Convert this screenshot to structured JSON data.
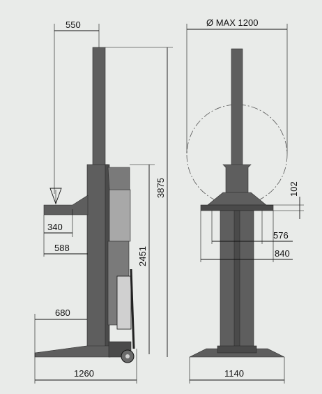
{
  "colors": {
    "background": "#e9ebe9",
    "column": "#5e5e5e",
    "column_dark": "#4a4a4a",
    "column_light": "#7a7a7a",
    "carriage_box": "#a8a8a8",
    "line": "#111111"
  },
  "side_view": {
    "dimensions": {
      "top_offset": "550",
      "total_height": "3875",
      "lift_height": "2451",
      "fork_340": "340",
      "fork_588": "588",
      "base_680": "680",
      "base_1260": "1260"
    }
  },
  "front_view": {
    "dimensions": {
      "diameter_max": "Ø MAX 1200",
      "flange_102": "102",
      "width_576": "576",
      "width_840": "840",
      "base_1140": "1140"
    }
  }
}
